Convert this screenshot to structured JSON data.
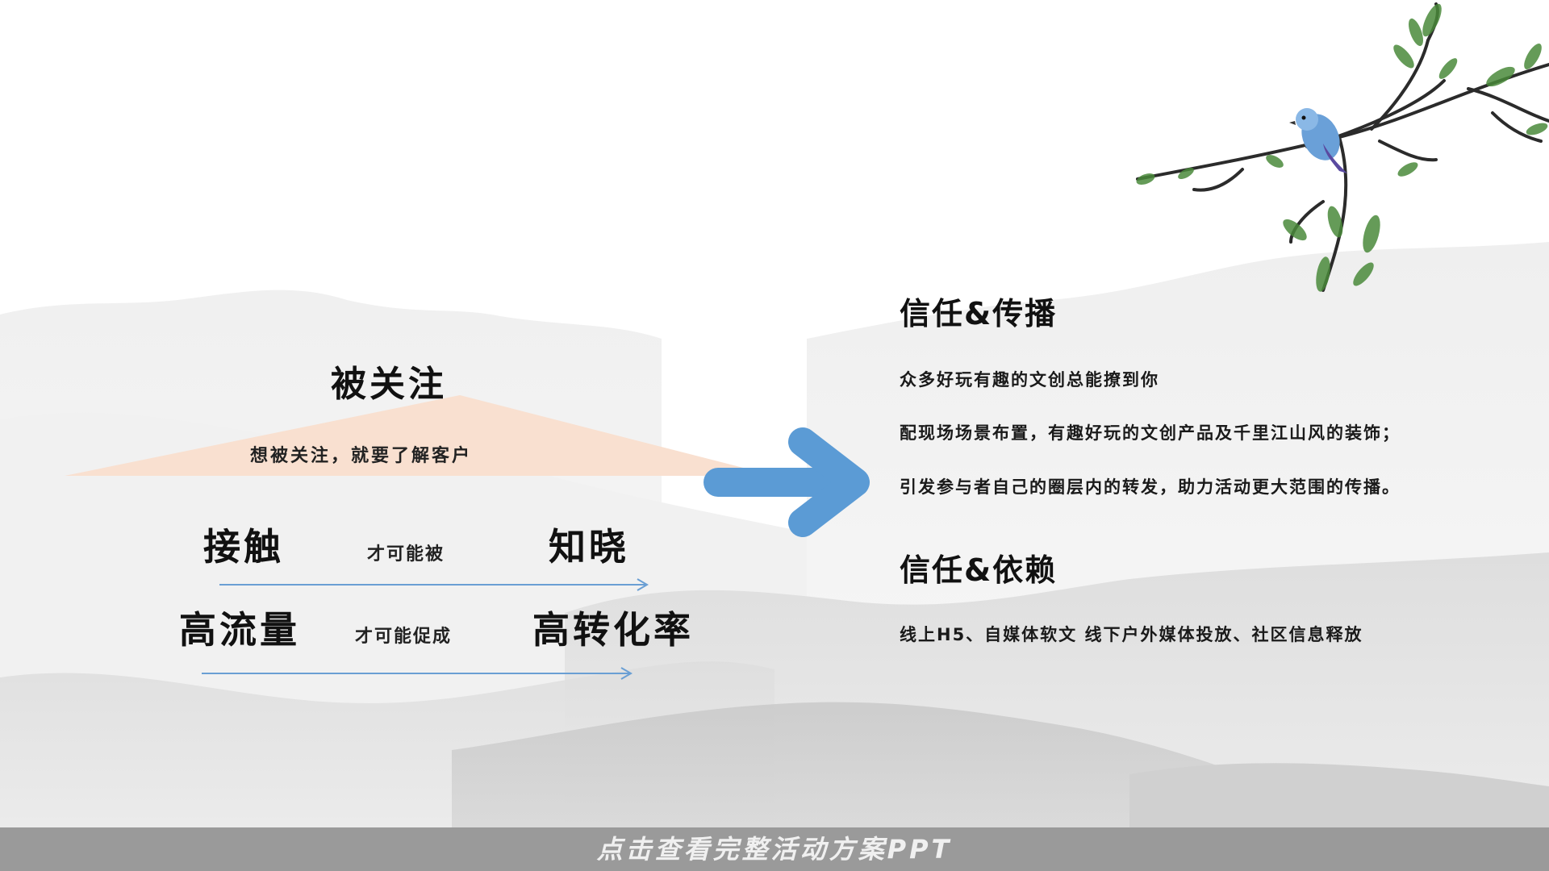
{
  "left": {
    "triangle_title": "被关注",
    "triangle_subtitle": "想被关注，就要了解客户",
    "row1": {
      "left": "接触",
      "middle": "才可能被",
      "right": "知晓"
    },
    "row2": {
      "left": "高流量",
      "middle": "才可能促成",
      "right": "高转化率"
    }
  },
  "right": {
    "section1": {
      "title": "信任&传播",
      "lines": [
        "众多好玩有趣的文创总能撩到你",
        "配现场场景布置，有趣好玩的文创产品及千里江山风的装饰；",
        "引发参与者自己的圈层内的转发，助力活动更大范围的传播。"
      ]
    },
    "section2": {
      "title": "信任&依赖",
      "line": "线上H5、自媒体软文   线下户外媒体投放、社区信息释放"
    }
  },
  "footer": {
    "label": "点击查看完整活动方案PPT"
  },
  "colors": {
    "triangle": "#f9e0d0",
    "arrow": "#5b9bd5",
    "thin_arrow": "#6a9fd4",
    "footer_bg": "#9a9a9a",
    "mountain": "#d9d9d9"
  },
  "icons": {
    "big_arrow": "arrow-right-icon",
    "decor": "bird-on-branch-icon"
  }
}
